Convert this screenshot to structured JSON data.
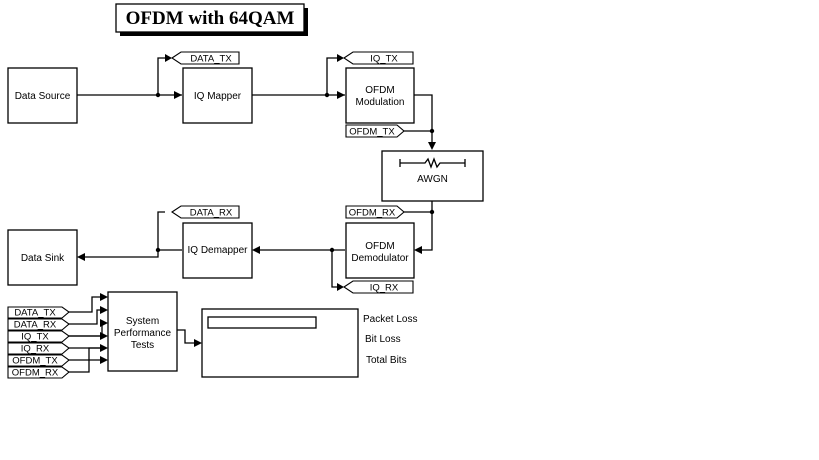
{
  "title": "OFDM with 64QAM",
  "blocks": {
    "data_source": "Data Source",
    "iq_mapper": "IQ Mapper",
    "ofdm_modulation": [
      "OFDM",
      "Modulation"
    ],
    "awgn": "AWGN",
    "ofdm_demodulator": [
      "OFDM",
      "Demodulator"
    ],
    "iq_demapper": "IQ Demapper",
    "data_sink": "Data Sink",
    "system_performance_tests": [
      "System",
      "Performance",
      "Tests"
    ]
  },
  "tags": {
    "data_tx": "DATA_TX",
    "iq_tx": "IQ_TX",
    "ofdm_tx": "OFDM_TX",
    "ofdm_rx": "OFDM_RX",
    "data_rx": "DATA_RX",
    "iq_rx": "IQ_RX"
  },
  "test_inputs": [
    "DATA_TX",
    "DATA_RX",
    "IQ_TX",
    "IQ_RX",
    "OFDM_TX",
    "OFDM_RX"
  ],
  "display": {
    "labels": [
      "Packet Loss",
      "Bit Loss",
      "Total Bits"
    ]
  }
}
